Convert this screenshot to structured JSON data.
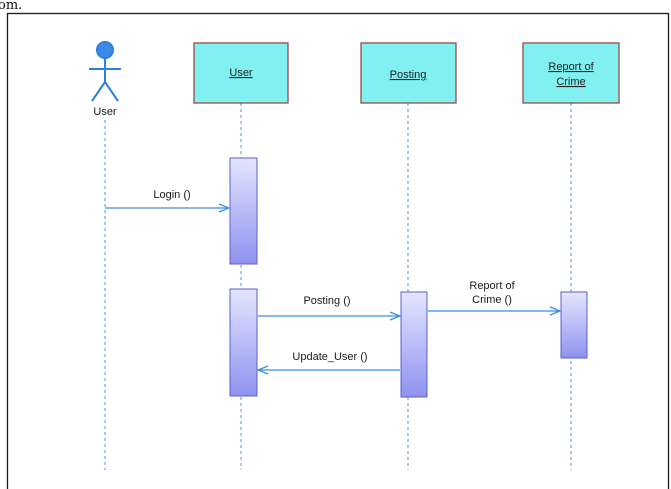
{
  "crop_fragment_text": "om.",
  "colors": {
    "frame": "#1a1a1a",
    "head_fill": "#80f0f0",
    "head_border": "#a04848",
    "lifeline": "#6aa8e8",
    "arrow": "#3a8ee6",
    "actor_stroke": "#2d7fe0",
    "activation_top": "#e4e6ff",
    "activation_bottom": "#8e92ee",
    "activation_border": "#5c60c8"
  },
  "actor": {
    "label": "User",
    "icon": "stick-figure-icon"
  },
  "objects": [
    {
      "id": "user",
      "lines": [
        "User"
      ]
    },
    {
      "id": "posting",
      "lines": [
        "Posting"
      ]
    },
    {
      "id": "report",
      "lines": [
        "Report of",
        "Crime"
      ]
    }
  ],
  "messages": [
    {
      "id": "login",
      "lines": [
        "Login ()"
      ],
      "from": "actor",
      "to": "user",
      "direction": "right"
    },
    {
      "id": "posting",
      "lines": [
        "Posting ()"
      ],
      "from": "user",
      "to": "posting",
      "direction": "right"
    },
    {
      "id": "report",
      "lines": [
        "Report of",
        "Crime ()"
      ],
      "from": "posting",
      "to": "report",
      "direction": "right"
    },
    {
      "id": "update-user",
      "lines": [
        "Update_User ()"
      ],
      "from": "posting",
      "to": "user",
      "direction": "left"
    }
  ]
}
